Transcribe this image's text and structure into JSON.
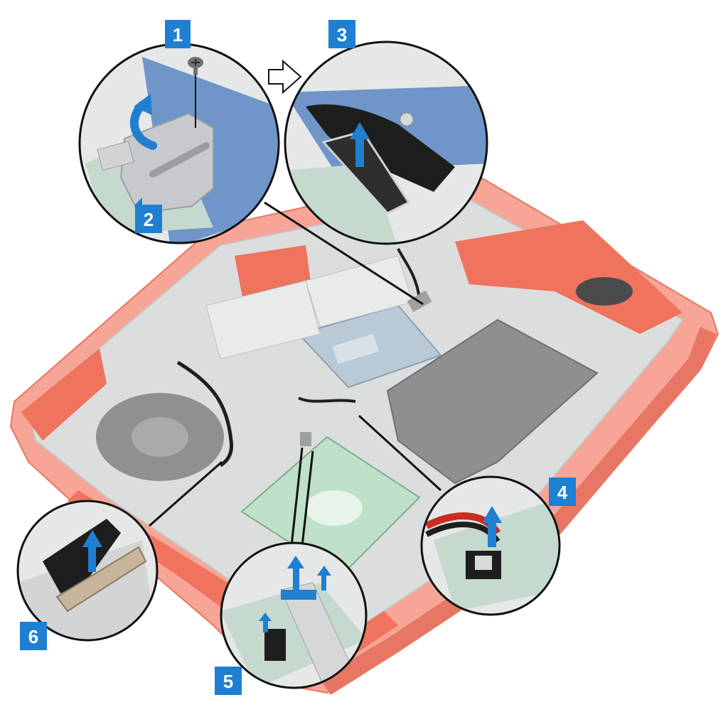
{
  "colors": {
    "accent_blue": "#1f7fd1",
    "chassis_red": "#f0735d",
    "chassis_red_light": "#f6a596",
    "plastic_gray": "#d9dadb",
    "plastic_gray_light": "#eceded",
    "board_green": "#c6d9cf",
    "board_blue": "#6f95c9",
    "cable_black": "#1e1e1e",
    "leader_line": "#111111"
  },
  "steps": [
    {
      "label": "1",
      "icon": "screw-icon"
    },
    {
      "label": "2",
      "icon": "bracket-icon"
    },
    {
      "label": "3",
      "icon": "display-cable-icon"
    },
    {
      "label": "4",
      "icon": "power-cable-icon"
    },
    {
      "label": "5",
      "icon": "ribbon-cable-icon"
    },
    {
      "label": "6",
      "icon": "connector-cable-icon"
    }
  ],
  "illustration": {
    "subject": "laptop-base-interior",
    "flow_arrow": "arrow-right-icon"
  }
}
